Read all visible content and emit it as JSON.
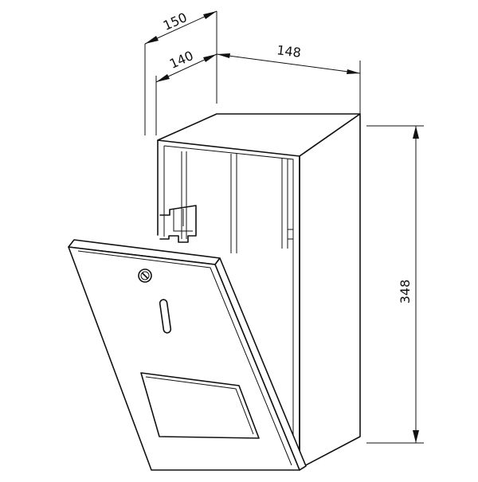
{
  "colors": {
    "line": "#111111",
    "background": "#ffffff"
  },
  "dimensions": {
    "depth_outer": "150",
    "depth_inner": "140",
    "width": "148",
    "height": "348"
  }
}
